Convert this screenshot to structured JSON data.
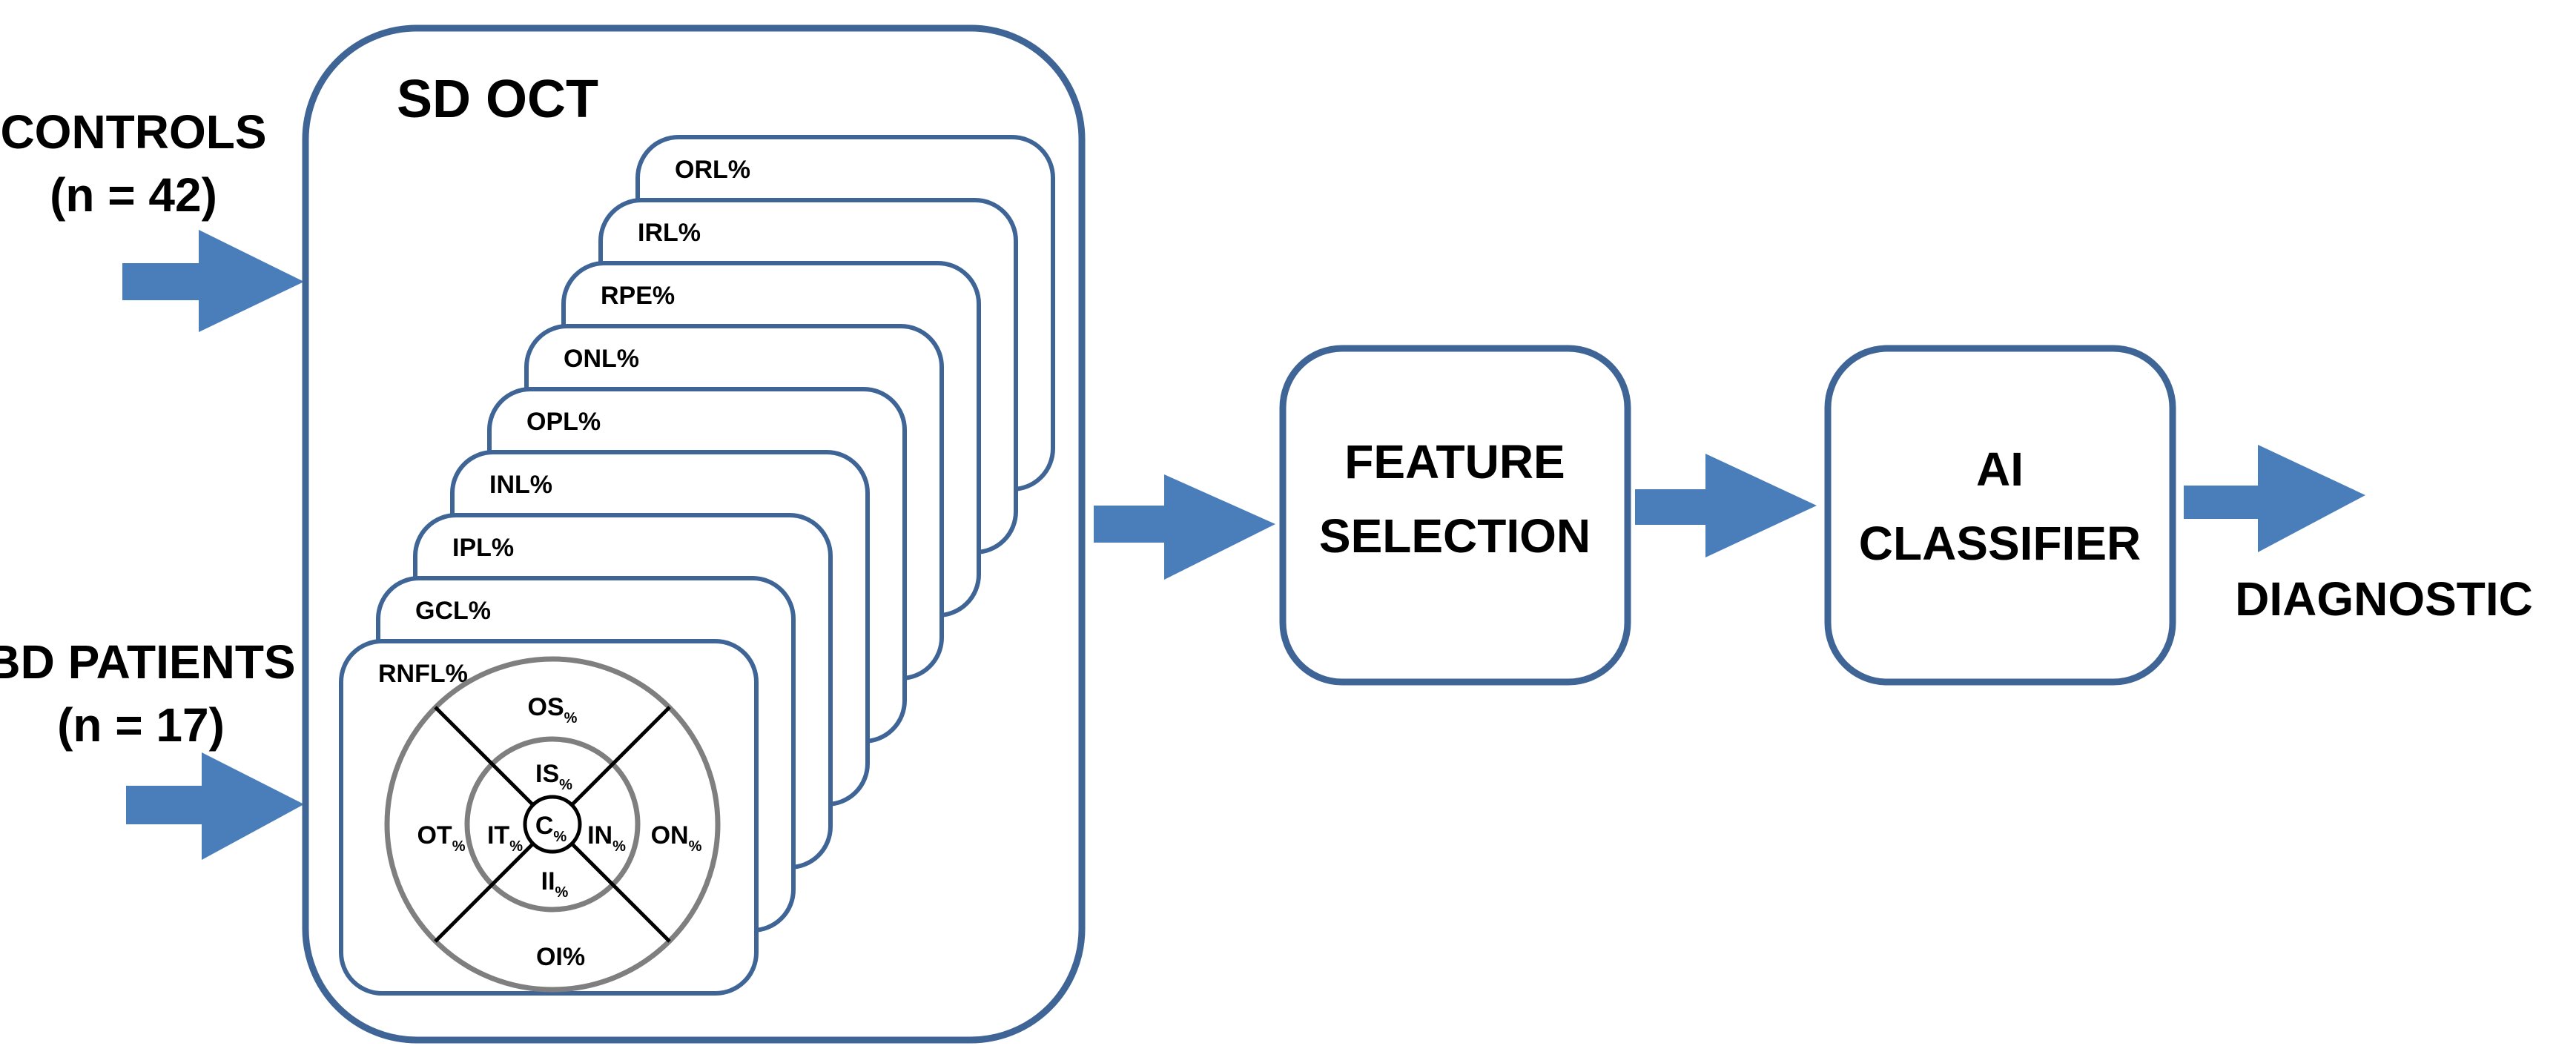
{
  "colors": {
    "box_stroke": "#3f6597",
    "arrow_fill": "#4a7ebb",
    "ring_stroke": "#7f7f7f",
    "text": "#000000"
  },
  "inputs": {
    "controls": {
      "label": "CONTROLS",
      "count": "(n = 42)"
    },
    "patients": {
      "label": "BD PATIENTS",
      "count": "(n = 17)"
    }
  },
  "sd_oct": {
    "title": "SD OCT",
    "layers": [
      "ORL%",
      "IRL%",
      "RPE%",
      "ONL%",
      "OPL%",
      "INL%",
      "IPL%",
      "GCL%",
      "RNFL%"
    ]
  },
  "etdrs_grid": {
    "outer_superior": {
      "main": "OS",
      "sub": "%"
    },
    "inner_superior": {
      "main": "IS",
      "sub": "%"
    },
    "outer_temporal": {
      "main": "OT",
      "sub": "%"
    },
    "inner_temporal": {
      "main": "IT",
      "sub": "%"
    },
    "center": {
      "main": "C",
      "sub": "%"
    },
    "inner_nasal": {
      "main": "IN",
      "sub": "%"
    },
    "outer_nasal": {
      "main": "ON",
      "sub": "%"
    },
    "inner_inferior": {
      "main": "II",
      "sub": "%"
    },
    "outer_inferior": {
      "main": "OI%",
      "sub": ""
    }
  },
  "feature_selection": {
    "line1": "FEATURE",
    "line2": "SELECTION"
  },
  "ai_classifier": {
    "line1": "AI",
    "line2": "CLASSIFIER"
  },
  "output": {
    "label": "DIAGNOSTIC"
  }
}
